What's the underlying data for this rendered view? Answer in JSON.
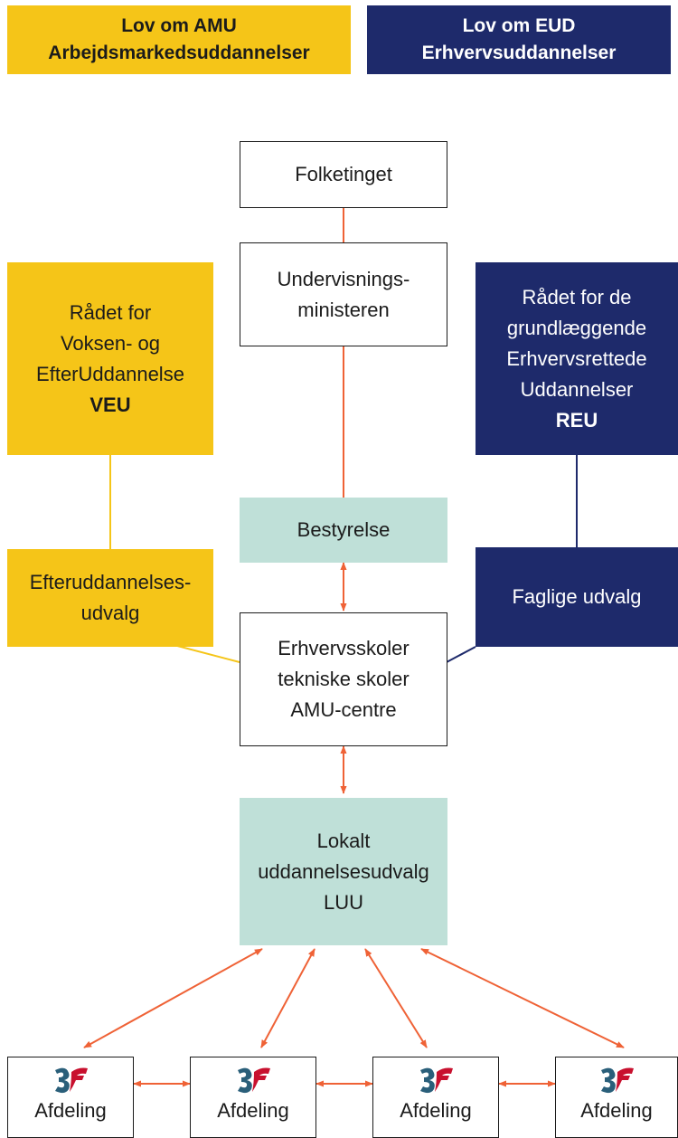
{
  "headers": {
    "amu": {
      "line1": "Lov om AMU",
      "line2": "Arbejdsmarkedsuddannelser"
    },
    "eud": {
      "line1": "Lov om EUD",
      "line2": "Erhvervsuddannelser"
    }
  },
  "boxes": {
    "folketinget": "Folketinget",
    "minister": {
      "line1": "Undervisnings-",
      "line2": "ministeren"
    },
    "veu": {
      "line1": "Rådet for",
      "line2": "Voksen- og",
      "line3": "EfterUddannelse",
      "line4": "VEU"
    },
    "reu": {
      "line1": "Rådet for de",
      "line2": "grundlæggende",
      "line3": "Erhvervsrettede",
      "line4": "Uddannelser",
      "line5": "REU"
    },
    "bestyrelse": "Bestyrelse",
    "efterudd": {
      "line1": "Efteruddannelses-",
      "line2": "udvalg"
    },
    "faglige": "Faglige udvalg",
    "skoler": {
      "line1": "Erhvervsskoler",
      "line2": "tekniske skoler",
      "line3": "AMU-centre"
    },
    "luu": {
      "line1": "Lokalt",
      "line2": "uddannelsesudvalg",
      "line3": "LUU"
    },
    "afdeling": [
      "Afdeling",
      "Afdeling",
      "Afdeling",
      "Afdeling"
    ]
  },
  "colors": {
    "amu_yellow": "#f5c518",
    "eud_navy": "#1e2a6b",
    "luu_teal": "#bfe0d8",
    "arrow_orange": "#ef6236",
    "logo_red": "#c8102e",
    "logo_blue": "#2a5f7a"
  },
  "icons": {
    "afdeling_logo": "3f-logo-icon"
  }
}
